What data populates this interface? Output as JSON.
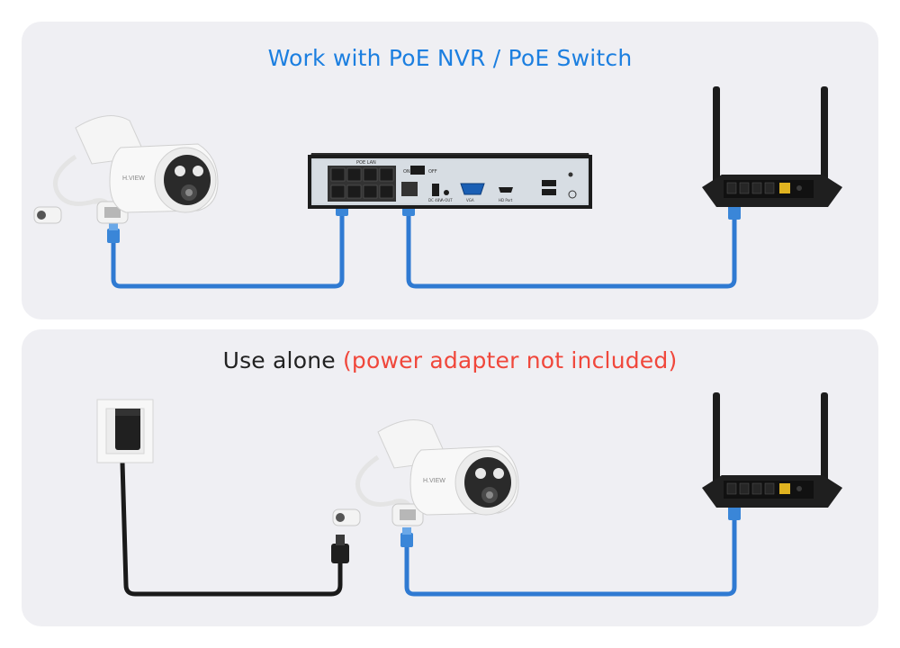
{
  "colors": {
    "panel_bg": "#efeff3",
    "title_blue": "#1c7fe0",
    "title_dark": "#222222",
    "title_red": "#f0473b",
    "ethernet_cable": "#2f7ad2",
    "power_cable": "#1a1a1a",
    "device_black": "#1c1c1c",
    "camera_white": "#f7f7f7"
  },
  "top_panel": {
    "title": "Work with PoE NVR / PoE Switch",
    "camera": {
      "brand": "H.VIEW"
    },
    "nvr": {
      "poe_label": "POE LAN",
      "on_label": "ON",
      "off_label": "OFF",
      "dc_label": "DC 48V",
      "aout_label": "A-OUT",
      "vga_label": "VGA",
      "hdmi_label": "HD Port"
    }
  },
  "bottom_panel": {
    "title_main": "Use alone ",
    "title_note": "(power adapter not included)",
    "camera": {
      "brand": "H.VIEW"
    }
  },
  "icons": [
    "bullet-camera-icon",
    "nvr-recorder-icon",
    "wifi-router-icon",
    "wall-outlet-icon",
    "power-adapter-icon",
    "ethernet-connector-icon",
    "dc-barrel-plug-icon"
  ]
}
